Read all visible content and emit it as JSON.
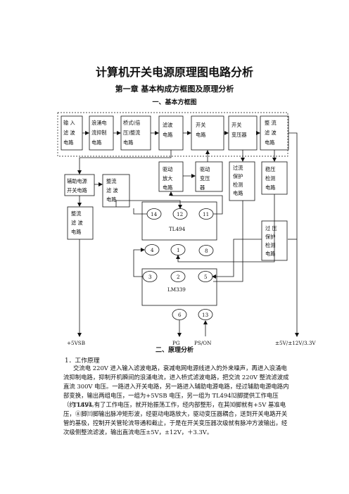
{
  "title": "计算机开关电源原理图电路分析",
  "chapter": "第一章  基本构成方框图及原理分析",
  "section1": "一、基本方框图",
  "section2": "二、原理分析",
  "diagram": {
    "blocks": {
      "input_filter": [
        "输 入",
        "滤 波",
        "电路"
      ],
      "surge_limit": [
        "浪涌电",
        "流抑制",
        "电路"
      ],
      "bridge_rect": [
        "桥式(倍",
        "压)整流",
        "电路"
      ],
      "filter": [
        "滤波",
        "电路"
      ],
      "switch": [
        "开关",
        "电路"
      ],
      "transformer": [
        "开关",
        "变压器"
      ],
      "out_rect": [
        "整  流",
        "滤  波",
        "电路"
      ],
      "aux_power": [
        "辅助电源",
        "开关电路"
      ],
      "aux_rect": [
        "整流",
        "滤 波",
        "电路"
      ],
      "drive_amp": [
        "驱动",
        "放大",
        "电路"
      ],
      "drive_xfmr": [
        "驱动",
        "变压",
        "器"
      ],
      "overcurrent": [
        "过流",
        "保护",
        "检测",
        "电路"
      ],
      "regulator": [
        "稳压",
        "检测",
        "电路"
      ],
      "sb_rect": [
        "整流",
        "滤 波",
        "电路"
      ],
      "overvoltage": [
        "过 压",
        "保护",
        "检测",
        "电路"
      ]
    },
    "ic1": {
      "name": "TL494",
      "pins_top": [
        "14",
        "12",
        "11"
      ],
      "pins_bottom": [
        "4",
        "1",
        "8"
      ]
    },
    "ic2": {
      "name": "LM339",
      "pins_top": [
        "3",
        "2",
        "5"
      ],
      "pins_bottom": [
        "6",
        "13"
      ]
    },
    "outputs": {
      "vsb": "+5VSB",
      "pg": "PG",
      "pson": "PS/ON",
      "vout": "±5V/±12V/3.3V"
    }
  },
  "body": {
    "work_title": "1．工作原理",
    "para1": "交流电 220V 进入输入滤波电路，衰减电网电源线进入的外来噪声，再进入浪涌电流抑制电路，抑制开机瞬间的浪涌电流，进入桥式滤波电路，把交流 220V 整流滤波成直流 300V 电压。一路进入开关电路，另一路进入辅助电源电路，经过辅助电源电路内部变换，输出两组电压，一组为+5VSB 电压，另一组为 TL494⑿脚提供工作电压（约 18V）。",
    "para2": "TL494 有了工作电压，就开始振荡工作，经内部整形，在其⑽脚就有+5V 基准电压，⑧脚⑾脚输出脉冲矩形波，经驱动电路放大，驱动变压器耦合，送到开关电路开关管的基极，控制开关管轮流导通和截止，于是在开关变压器次级就有脉冲方波输出，经次级侧整流滤波，输出直流电压±5V，±12V，＋3.3V。"
  }
}
